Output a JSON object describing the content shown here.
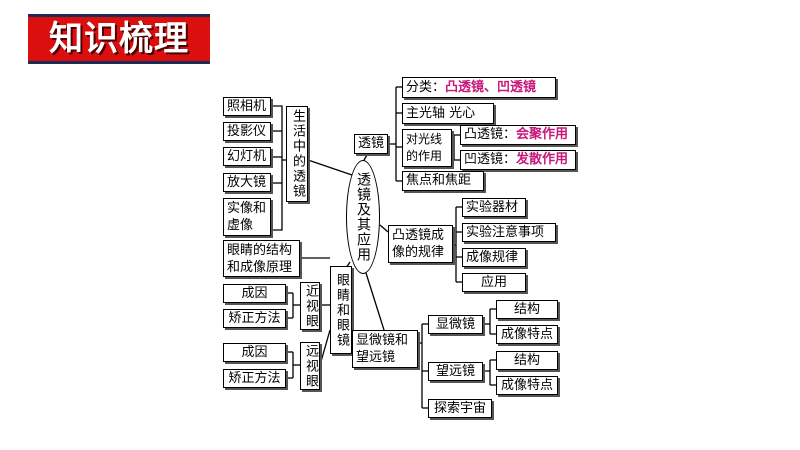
{
  "header": {
    "title": "知识梳理"
  },
  "diagram": {
    "center": "透镜及其应用",
    "branch_lens": "透镜",
    "classify_prefix": "分类：",
    "classify_value": "凸透镜、凹透镜",
    "principal_axis": "主光轴 光心",
    "light_effect": "对光线的作用",
    "convex_prefix": "凸透镜：",
    "convex_value": "会聚作用",
    "concave_prefix": "凹透镜：",
    "concave_value": "发散作用",
    "focus": "焦点和焦距",
    "life_lens": "生活中的透镜",
    "camera": "照相机",
    "projector": "投影仪",
    "slide_projector": "幻灯机",
    "magnifier": "放大镜",
    "real_virtual": "实像和虚像",
    "imaging_rule": "凸透镜成像的规律",
    "equipment": "实验器材",
    "precautions": "实验注意事项",
    "imaging_law": "成像规律",
    "application": "应用",
    "eye_glasses": "眼睛和眼镜",
    "eye_structure": "眼睛的结构和成像原理",
    "myopia": "近视眼",
    "myopia_cause": "成因",
    "myopia_fix": "矫正方法",
    "hyperopia": "远视眼",
    "hyperopia_cause": "成因",
    "hyperopia_fix": "矫正方法",
    "microscope_telescope": "显微镜和望远镜",
    "microscope": "显微镜",
    "micro_structure": "结构",
    "micro_feature": "成像特点",
    "telescope": "望远镜",
    "tele_structure": "结构",
    "tele_feature": "成像特点",
    "explore_universe": "探索宇宙"
  }
}
